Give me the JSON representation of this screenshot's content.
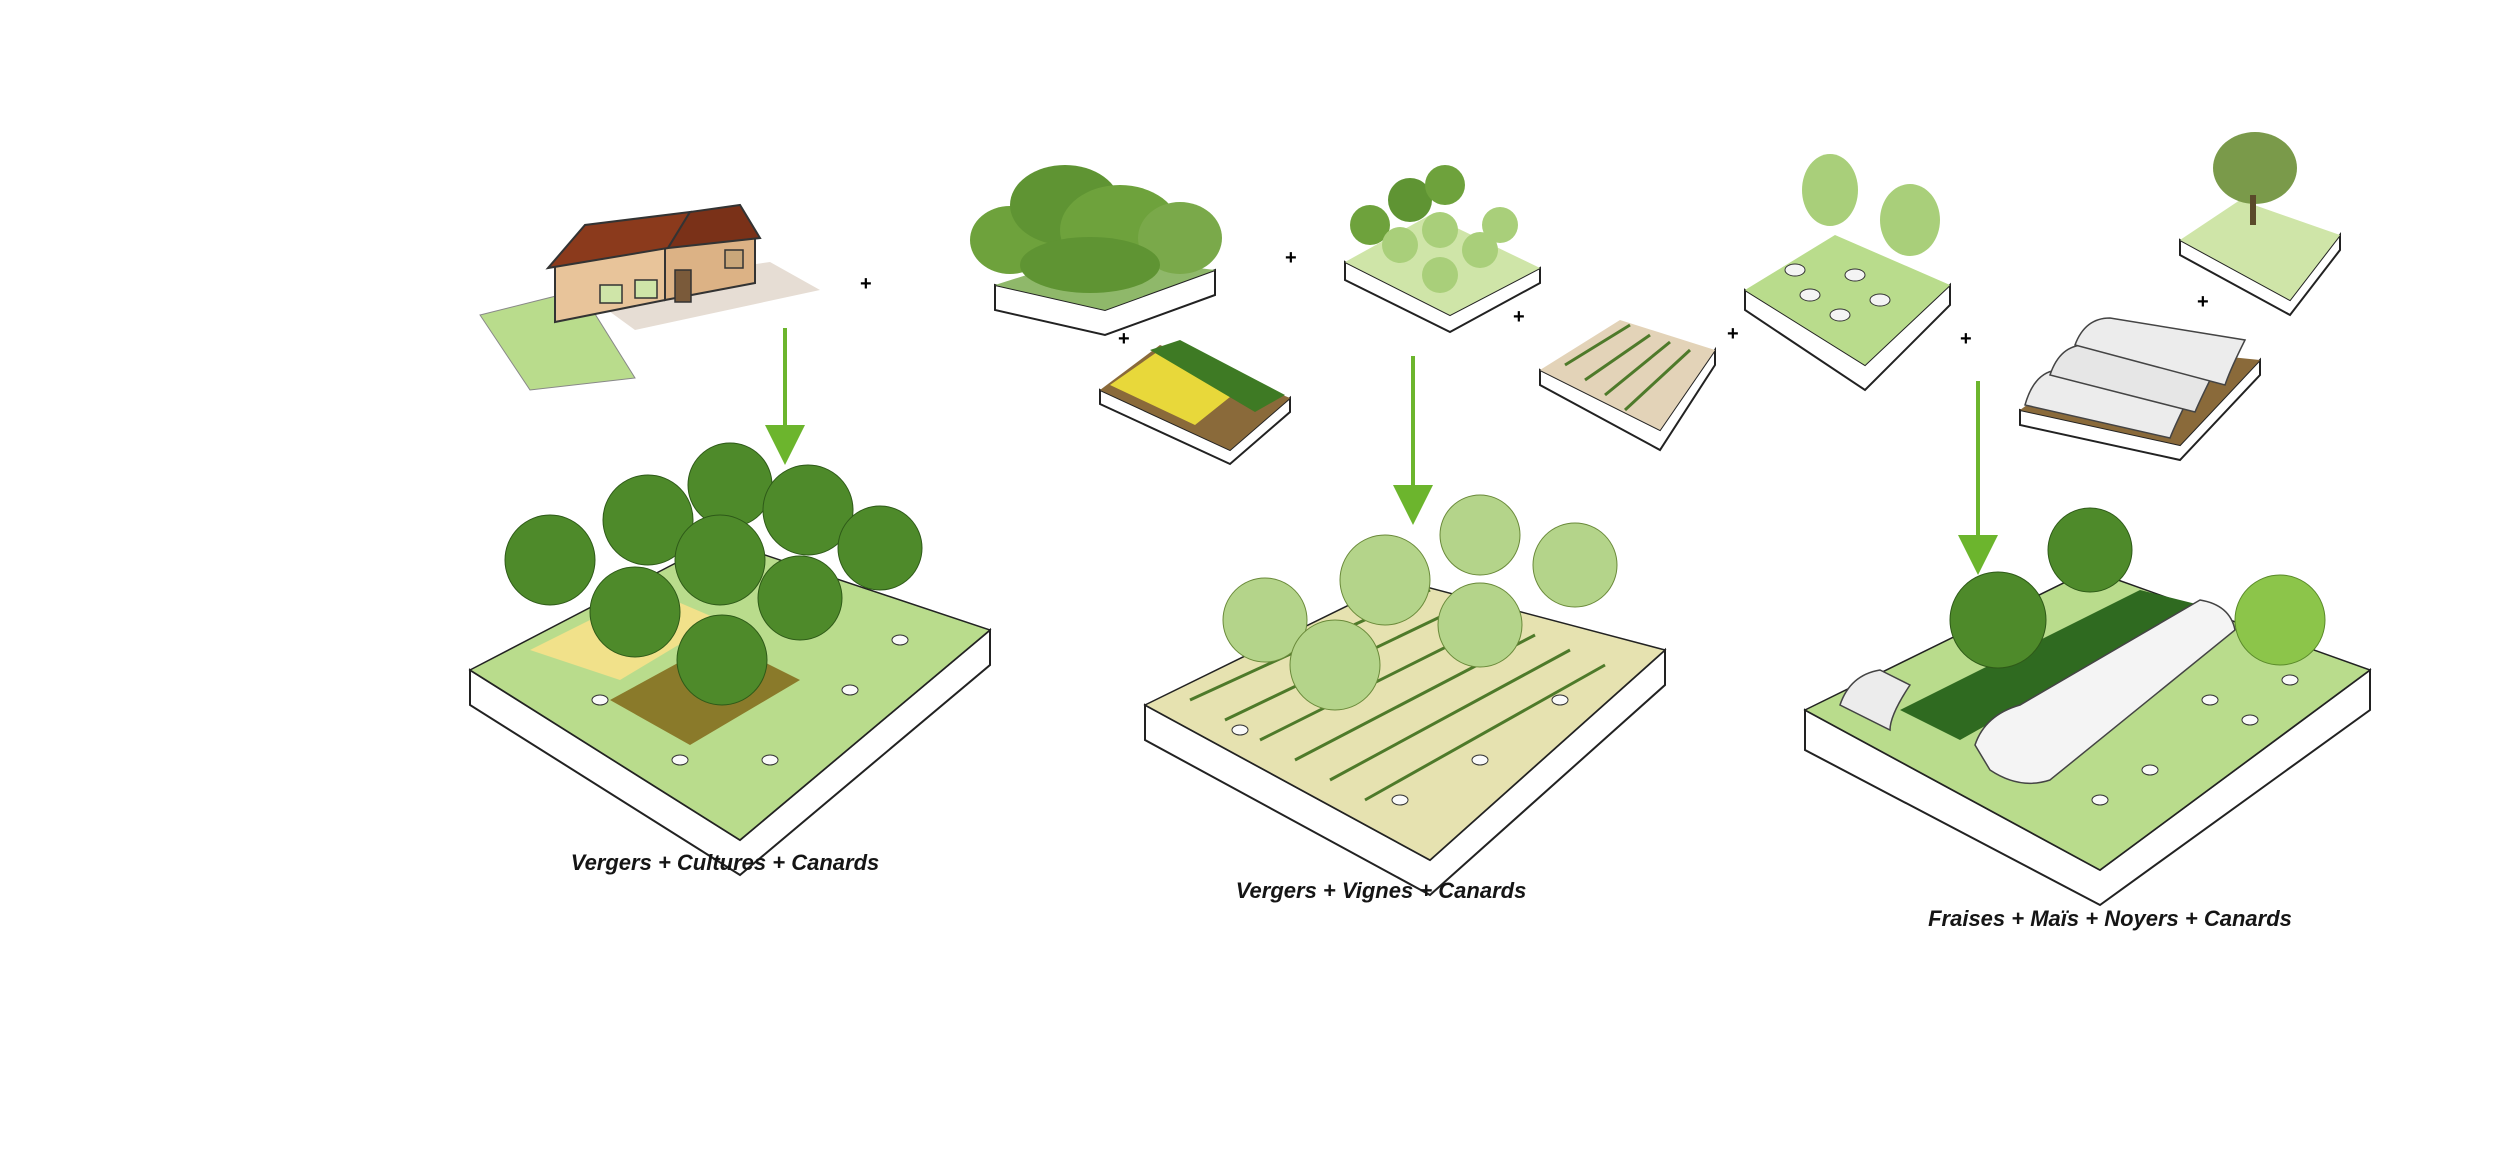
{
  "captions": {
    "scenario_1": "Vergers + Cultures + Canards",
    "scenario_2": "Vergers + Vignes + Canards",
    "scenario_3": "Fraises + Maïs + Noyers + Canards"
  },
  "plus_sign": "+",
  "colors": {
    "grass": "#b9dc8c",
    "grass_light": "#d3e8b0",
    "soil": "#e3d3b8",
    "tree_dark": "#4e8a2a",
    "tree_mid": "#6ea23c",
    "tree_light": "#a9cf7a",
    "arrow": "#6cb52d",
    "roof": "#8b3a1c",
    "wall": "#e8c49a",
    "tunnel": "#ececec",
    "outline": "#222222"
  }
}
